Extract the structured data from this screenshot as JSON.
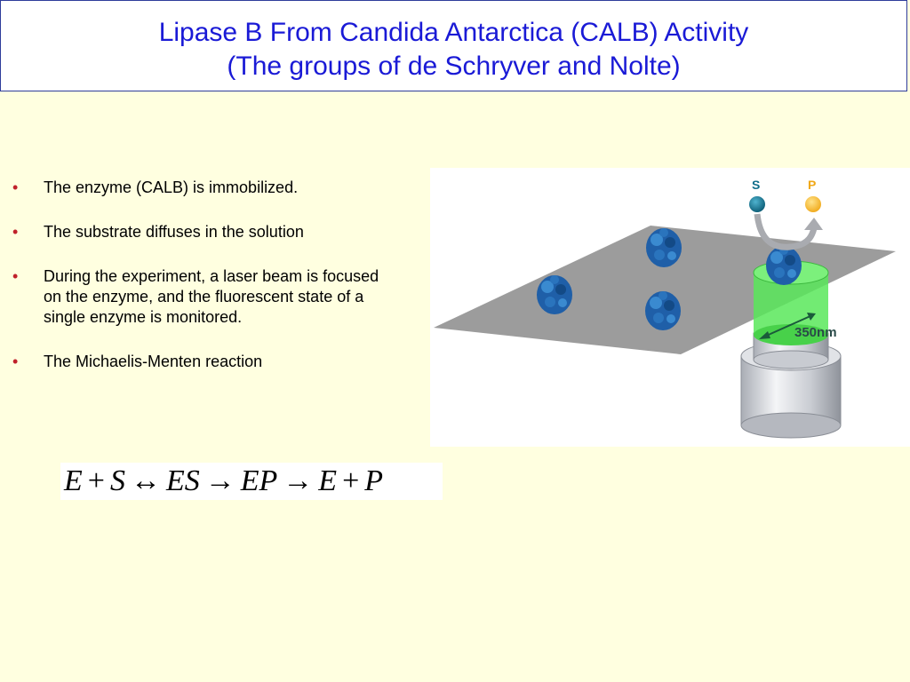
{
  "title": {
    "line1": "Lipase B From Candida Antarctica (CALB) Activity",
    "line2": "(The groups of de Schryver and Nolte)"
  },
  "bullets": [
    {
      "marker": "•",
      "text": "The enzyme (CALB) is immobilized."
    },
    {
      "marker": "•",
      "text": "The substrate diffuses in the solution"
    },
    {
      "marker": "•",
      "text": "During the experiment, a laser beam is focused on the enzyme, and the fluorescent state of a single enzyme is monitored."
    },
    {
      "marker": "•",
      "text": "The Michaelis-Menten reaction"
    }
  ],
  "figure": {
    "substrate_label": "S",
    "product_label": "P",
    "scale_label": "350nm",
    "colors": {
      "substrate": "#0f6e8a",
      "product": "#f5b724",
      "surface": "#9c9c9c",
      "beam": "#59e85a",
      "protein": "#1f5fa8"
    }
  },
  "equation": {
    "t1": "E",
    "op1": "+",
    "t2": "S",
    "op2": "↔",
    "t3": "ES",
    "op3": "→",
    "t4": "EP",
    "op4": "→",
    "t5": "E",
    "op5": "+",
    "t6": "P"
  }
}
